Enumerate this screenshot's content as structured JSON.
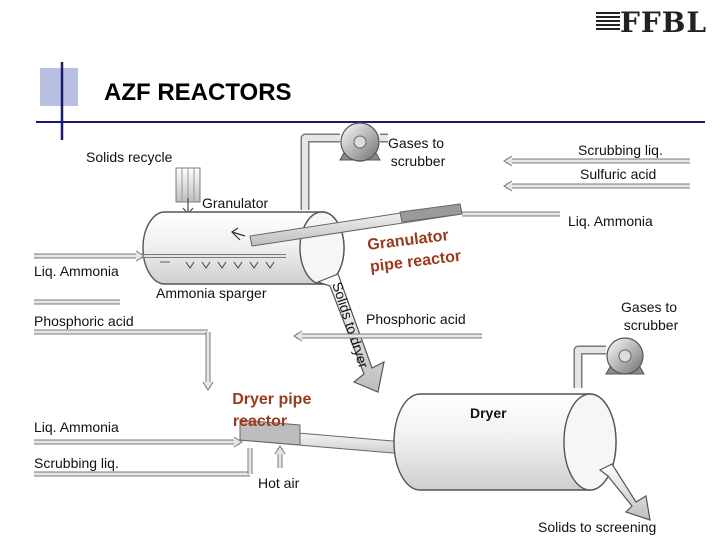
{
  "logo": {
    "text": "FFBL"
  },
  "title": "AZF REACTORS",
  "labels": {
    "solids_recycle": "Solids recycle",
    "gases_to_scrubber_top": "Gases to scrubber",
    "scrubbing_liq_top": "Scrubbing liq.",
    "sulfuric_acid": "Sulfuric acid",
    "granulator": "Granulator",
    "liq_ammonia_right": "Liq. Ammonia",
    "granulator_pipe_reactor": "Granulator pipe reactor",
    "liq_ammonia_left": "Liq. Ammonia",
    "ammonia_sparger": "Ammonia sparger",
    "phosphoric_acid_left": "Phosphoric acid",
    "solids_to_dryer": "Solids to dryer",
    "phosphoric_acid_mid": "Phosphoric acid",
    "gases_to_scrubber_right": "Gases to scrubber",
    "dryer_pipe_reactor": "Dryer pipe reactor",
    "dryer": "Dryer",
    "liq_ammonia_bottom": "Liq. Ammonia",
    "scrubbing_liq_bottom": "Scrubbing liq.",
    "hot_air": "Hot air",
    "solids_to_screening": "Solids to screening"
  },
  "colors": {
    "pipe": "#e6e6e6",
    "pipe_outline": "#7a7a7a",
    "vessel_fill": "#f2f2f2",
    "accent_blue": "#1a1a6e",
    "accent_box": "#b8bfe0",
    "reactor_text": "#9a3a1e"
  }
}
